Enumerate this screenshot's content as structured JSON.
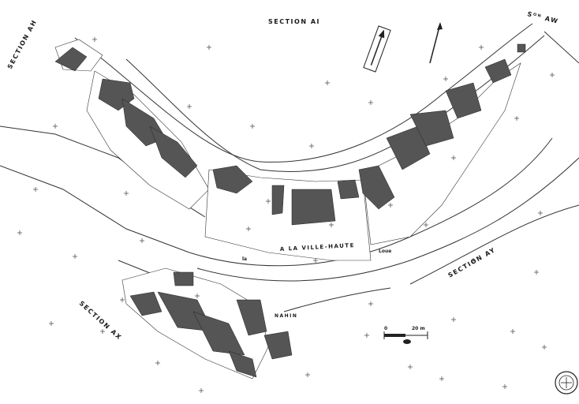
{
  "colors": {
    "paper": "#ffffff",
    "ink": "#333333",
    "building_fill": "#555555"
  },
  "labels": {
    "section_ai": "SECTION AI",
    "section_ah": "SECTION AH",
    "section_aw": "Sᴼᴺ AW",
    "section_ay": "SECTION AY",
    "section_ax": "SECTION AX",
    "quarter": "A LA VILLE-HAUTE",
    "nahin": "NAHIN",
    "la": "la",
    "loue": "Loue",
    "scale_zero": "0",
    "scale_end": "20 m"
  },
  "icons": {
    "north_arrow": "north-arrow-icon",
    "stamp": "archive-stamp-icon",
    "grid_cross": "grid-cross-icon"
  }
}
